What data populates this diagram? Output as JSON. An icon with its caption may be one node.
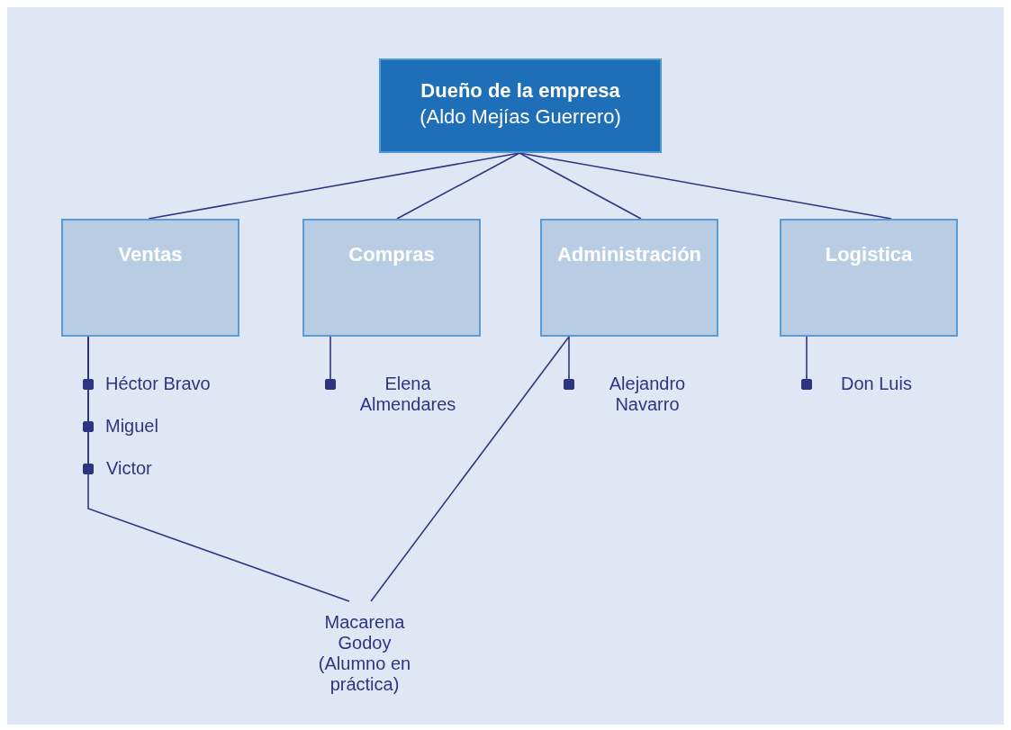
{
  "diagram": {
    "nodes": [
      {
        "text": [
          "Dueño de la empresa",
          "(Aldo Mejías Guerrero)"
        ]
      },
      {
        "text": [
          "Ventas"
        ]
      },
      {
        "text": [
          "Compras"
        ]
      },
      {
        "text": [
          "Administración"
        ]
      },
      {
        "text": [
          "Logistica"
        ]
      },
      {
        "text": [
          "Héctor Bravo"
        ]
      },
      {
        "text": [
          "Miguel"
        ]
      },
      {
        "text": [
          "Victor"
        ]
      },
      {
        "text": [
          "Elena Almendares"
        ]
      },
      {
        "text": [
          "Alejandro Navarro"
        ]
      },
      {
        "text": [
          "Don Luis"
        ]
      },
      {
        "text": [
          "Macarena Godoy",
          "(Alumno en práctica)"
        ]
      }
    ],
    "edges": [
      {
        "from": 0,
        "to": 1,
        "arrow": "none"
      },
      {
        "from": 0,
        "to": 2,
        "arrow": "none"
      },
      {
        "from": 0,
        "to": 3,
        "arrow": "none"
      },
      {
        "from": 0,
        "to": 4,
        "arrow": "none"
      },
      {
        "from": 1,
        "to": 5,
        "arrow": "other"
      },
      {
        "from": 1,
        "to": 6,
        "arrow": "other"
      },
      {
        "from": 1,
        "to": 7,
        "arrow": "other"
      },
      {
        "from": 2,
        "to": 8,
        "arrow": "other"
      },
      {
        "from": 3,
        "to": 9,
        "arrow": "other"
      },
      {
        "from": 4,
        "to": 10,
        "arrow": "other"
      },
      {
        "from": 1,
        "to": 11,
        "arrow": "none"
      },
      {
        "from": 3,
        "to": 11,
        "arrow": "none"
      }
    ]
  }
}
